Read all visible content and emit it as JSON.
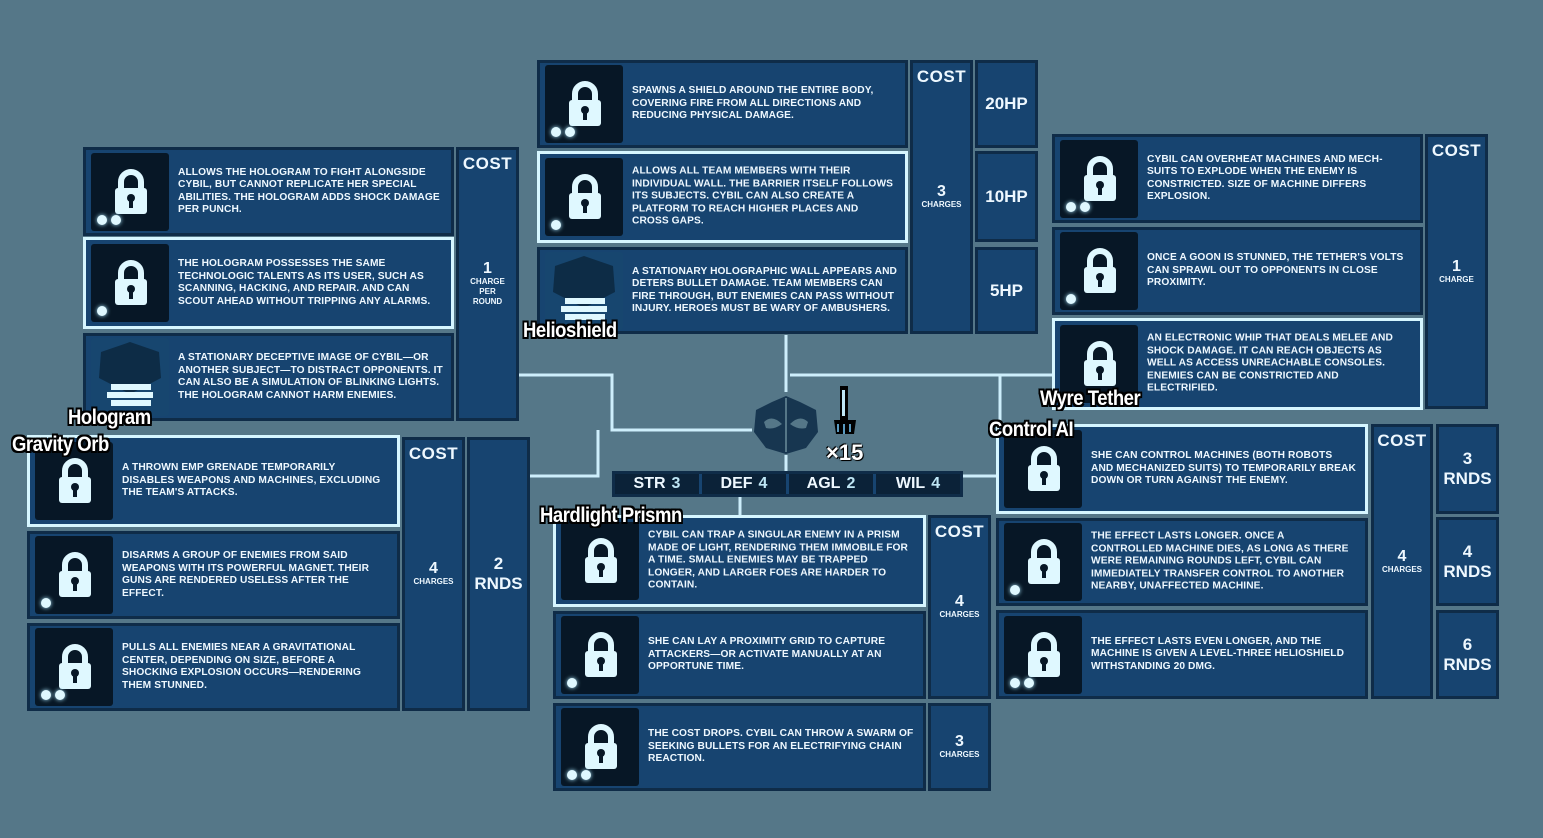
{
  "colors": {
    "background": "#557788",
    "panel": "#174470",
    "panel_border": "#0f2c48",
    "highlight": "#d6f6ff",
    "text": "#eef8ff"
  },
  "character": {
    "ammo": "×15",
    "stats": [
      {
        "label": "STR",
        "value": "3"
      },
      {
        "label": "DEF",
        "value": "4"
      },
      {
        "label": "AGL",
        "value": "2"
      },
      {
        "label": "WIL",
        "value": "4"
      }
    ]
  },
  "groups": [
    {
      "name": "Hologram",
      "cost_header": "COST",
      "costs": [
        {
          "value": "1",
          "unit": "CHARGE\nPER\nROUND"
        }
      ],
      "extras": [],
      "tiers": [
        {
          "text": "Allows the hologram to fight alongside Cybil, but cannot replicate her special abilities. The hologram adds shock damage per punch.",
          "dots": 2,
          "locked": true,
          "highlighted": false
        },
        {
          "text": "The hologram possesses the same technologic talents as its user, such as scanning, hacking, and repair. And can scout ahead without tripping any alarms.",
          "dots": 1,
          "locked": true,
          "highlighted": true
        },
        {
          "text": "A stationary deceptive image of Cybil—or another subject—to distract opponents. It can also be a simulation of blinking lights. The hologram cannot harm enemies.",
          "dots": 0,
          "locked": false,
          "highlighted": false
        }
      ]
    },
    {
      "name": "Helioshield",
      "cost_header": "COST",
      "costs": [
        {
          "value": "3",
          "unit": "CHARGES"
        }
      ],
      "extras": [
        "20HP",
        "10HP",
        "5HP"
      ],
      "tiers": [
        {
          "text": "Spawns a shield around the entire body, covering fire from all directions and reducing physical damage.",
          "dots": 2,
          "locked": true,
          "highlighted": false
        },
        {
          "text": "Allows all team members with their individual wall. The barrier itself follows its subjects. Cybil can also create a platform to reach higher places and cross gaps.",
          "dots": 1,
          "locked": true,
          "highlighted": true
        },
        {
          "text": "A stationary holographic wall appears and deters bullet damage. Team members can fire through, but enemies can pass without injury. Heroes must be wary of ambushers.",
          "dots": 0,
          "locked": false,
          "highlighted": false
        }
      ]
    },
    {
      "name": "Wyre Tether",
      "cost_header": "COST",
      "costs": [
        {
          "value": "1",
          "unit": "CHARGE"
        }
      ],
      "extras": [],
      "tiers": [
        {
          "text": "Cybil can overheat machines and mech-suits to explode when the enemy is constricted. Size of machine differs explosion.",
          "dots": 2,
          "locked": true,
          "highlighted": false
        },
        {
          "text": "Once a goon is stunned, the tether's volts can sprawl out to opponents in close proximity.",
          "dots": 1,
          "locked": true,
          "highlighted": false
        },
        {
          "text": "An electronic whip that deals melee and shock damage. It can reach objects as well as access unreachable consoles. Enemies can be constricted and electrified.",
          "dots": 0,
          "locked": true,
          "highlighted": true
        }
      ]
    },
    {
      "name": "Control AI",
      "cost_header": "COST",
      "costs": [
        {
          "value": "4",
          "unit": "CHARGES"
        }
      ],
      "extras": [
        "3\nRNDS",
        "4\nRNDS",
        "6\nRNDS"
      ],
      "tiers": [
        {
          "text": "She can control machines (both robots and mechanized suits) to temporarily break down or turn against the enemy.",
          "dots": 0,
          "locked": true,
          "highlighted": true
        },
        {
          "text": "The effect lasts longer. Once a controlled machine dies, as long as there were remaining rounds left, Cybil can immediately transfer control to another nearby, unaffected machine.",
          "dots": 1,
          "locked": true,
          "highlighted": false
        },
        {
          "text": "The effect lasts even longer, and the machine is given a level-three helioshield withstanding 20 dmg.",
          "dots": 2,
          "locked": true,
          "highlighted": false
        }
      ]
    },
    {
      "name": "Hardlight Prismn",
      "cost_header": "COST",
      "costs": [
        {
          "value": "4",
          "unit": "CHARGES"
        },
        {
          "value": "3",
          "unit": "CHARGES"
        }
      ],
      "extras": [],
      "tiers": [
        {
          "text": "Cybil can trap a singular enemy in a prism made of light, rendering them immobile for a time. Small enemies may be trapped longer, and larger foes are harder to contain.",
          "dots": 0,
          "locked": true,
          "highlighted": true
        },
        {
          "text": "She can lay a proximity grid to capture attackers—or activate manually at an opportune time.",
          "dots": 1,
          "locked": true,
          "highlighted": false
        },
        {
          "text": "The cost drops. Cybil can throw a swarm of seeking bullets for an electrifying chain reaction.",
          "dots": 2,
          "locked": true,
          "highlighted": false
        }
      ]
    },
    {
      "name": "Gravity Orb",
      "cost_header": "COST",
      "costs": [
        {
          "value": "4",
          "unit": "CHARGES"
        }
      ],
      "extras": [
        "2\nRNDS"
      ],
      "tiers": [
        {
          "text": "A thrown EMP grenade temporarily disables weapons and machines, excluding the team's attacks.",
          "dots": 0,
          "locked": true,
          "highlighted": true
        },
        {
          "text": "Disarms a group of enemies from said weapons with its powerful magnet. Their guns are rendered useless after the effect.",
          "dots": 1,
          "locked": true,
          "highlighted": false
        },
        {
          "text": "Pulls all enemies near a gravitational center, depending on size, before a shocking explosion occurs—rendering them stunned.",
          "dots": 2,
          "locked": true,
          "highlighted": false
        }
      ]
    }
  ]
}
